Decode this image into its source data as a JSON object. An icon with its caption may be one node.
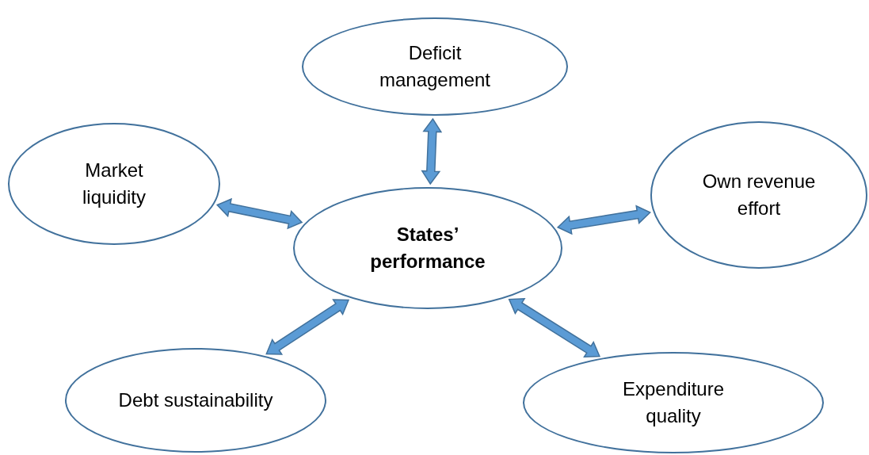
{
  "diagram": {
    "nodes": [
      {
        "text": [
          "Deficit management"
        ]
      },
      {
        "text": [
          "Market liquidity"
        ]
      },
      {
        "text": [
          "Own revenue effort"
        ]
      },
      {
        "text": [
          "States’ performance"
        ]
      },
      {
        "text": [
          "Debt sustainability"
        ]
      },
      {
        "text": [
          "Expenditure quality"
        ]
      }
    ],
    "edges": [
      {
        "from": 3,
        "to": 0,
        "arrow": "both"
      },
      {
        "from": 3,
        "to": 1,
        "arrow": "both"
      },
      {
        "from": 3,
        "to": 2,
        "arrow": "both"
      },
      {
        "from": 3,
        "to": 4,
        "arrow": "both"
      },
      {
        "from": 3,
        "to": 5,
        "arrow": "both"
      }
    ]
  }
}
